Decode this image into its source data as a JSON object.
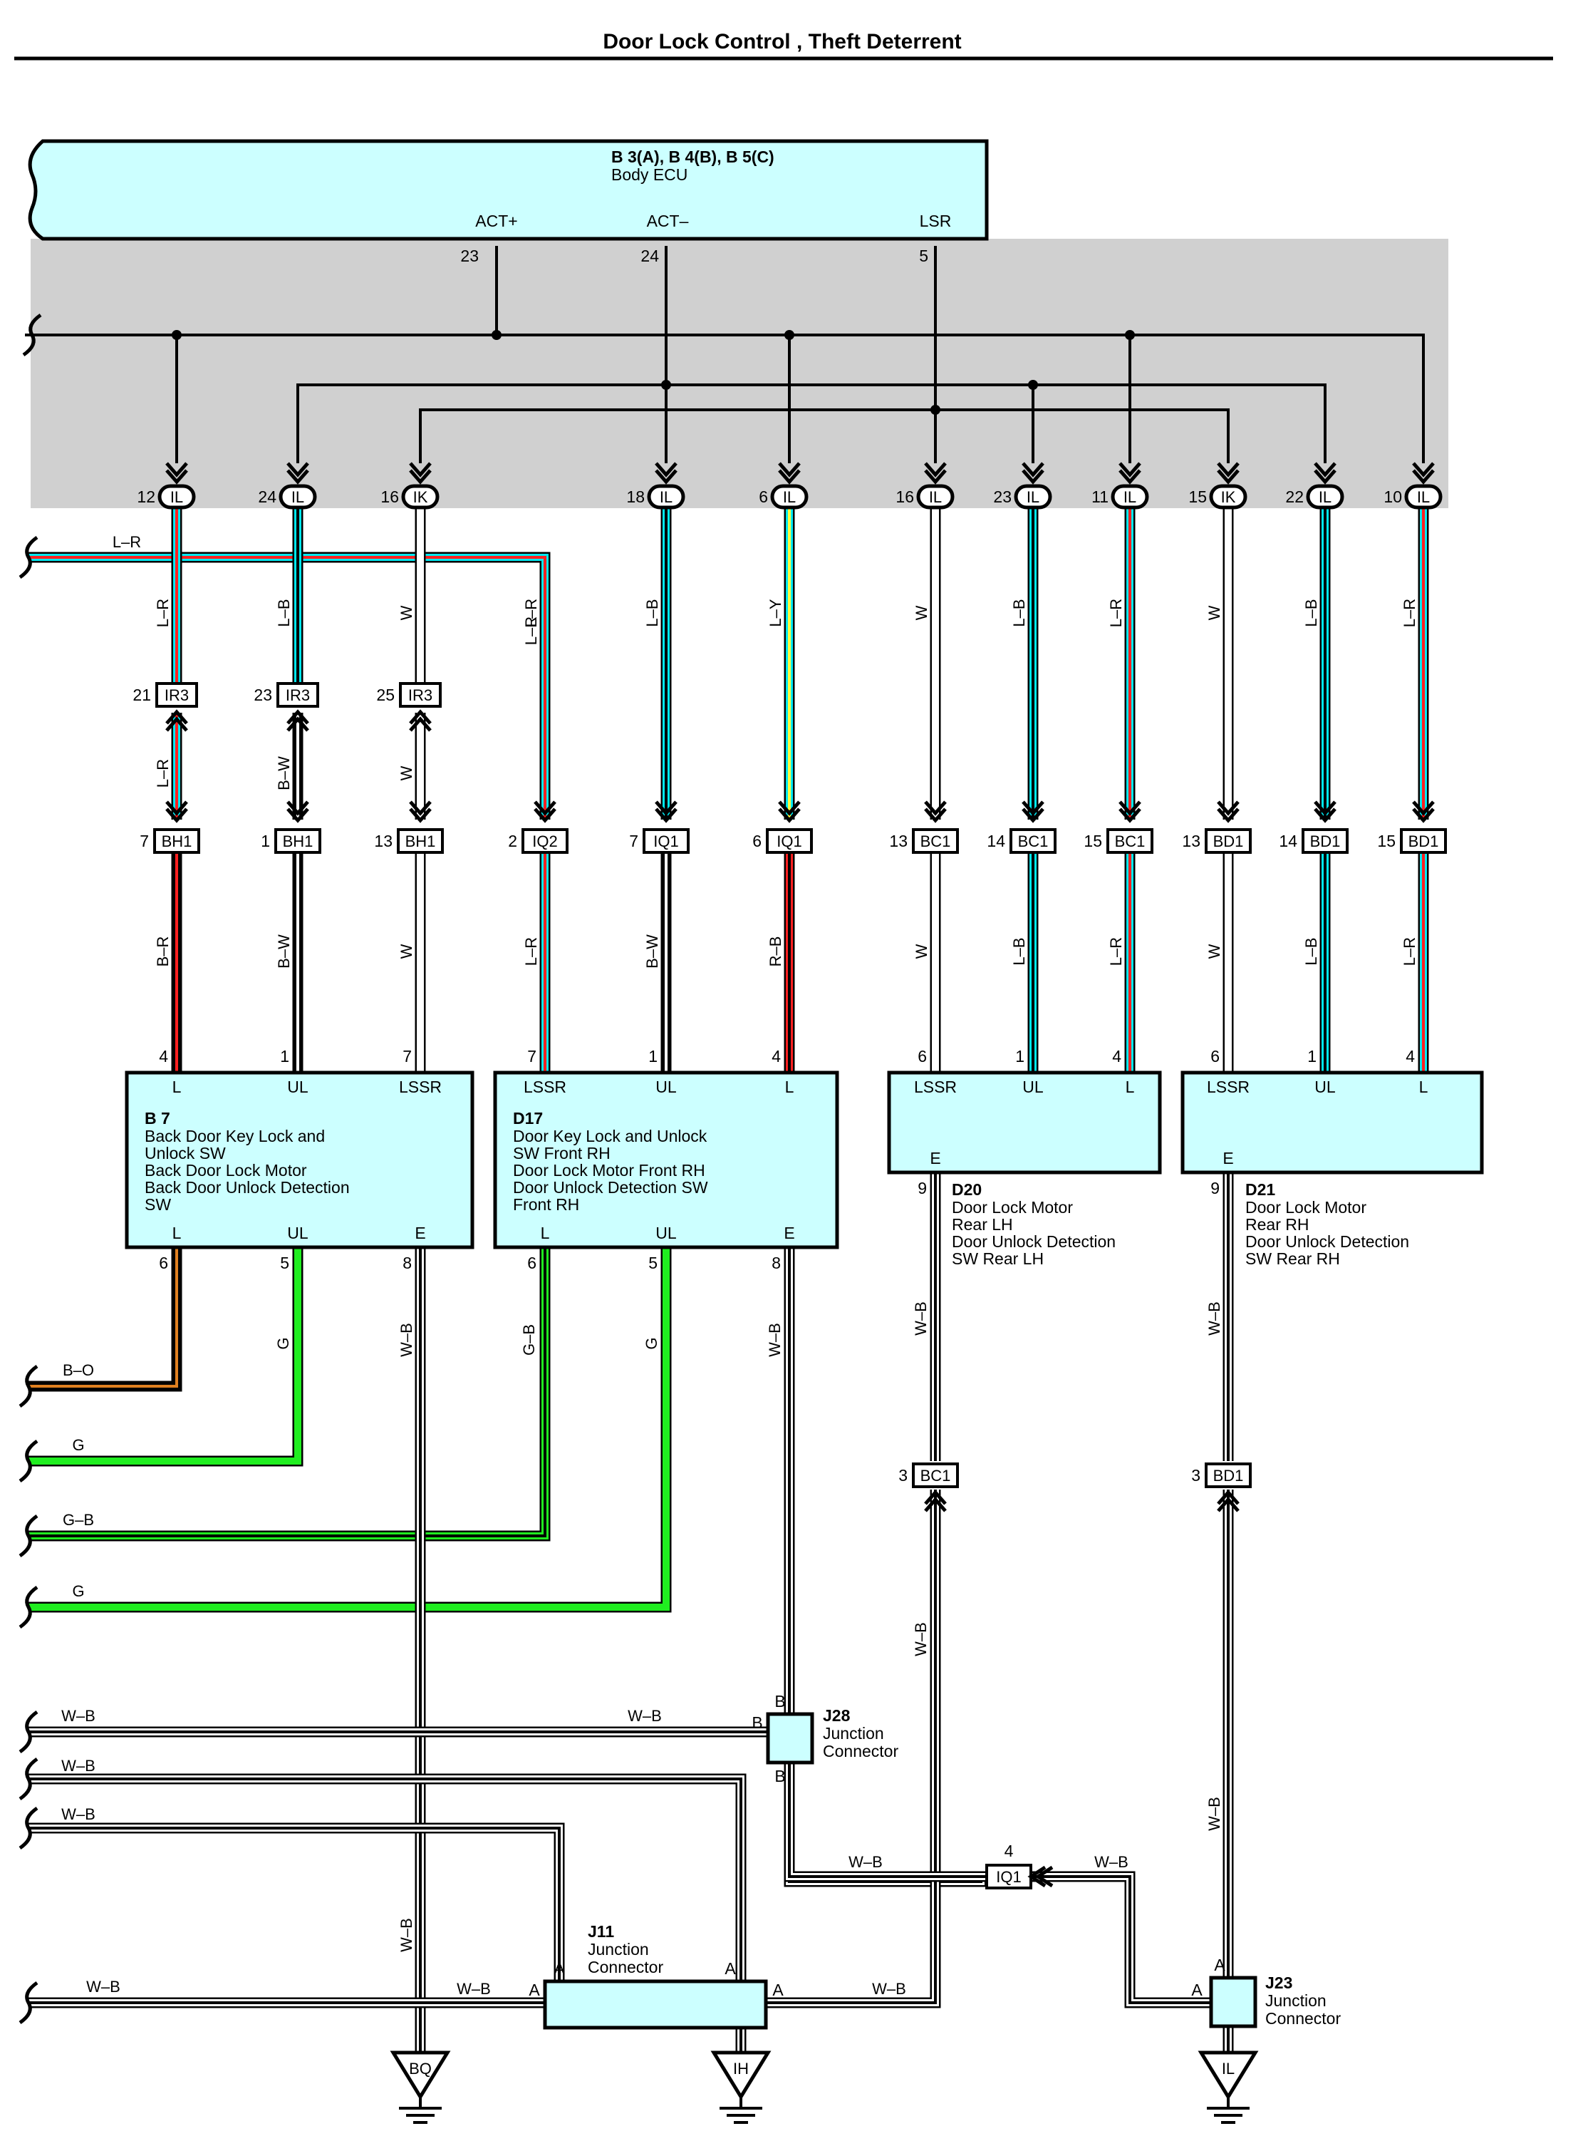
{
  "title": "Door Lock Control , Theft Deterrent",
  "ecu": {
    "code": "B 3(A), B 4(B), B 5(C)",
    "name": "Body ECU",
    "terminals": [
      {
        "name": "ACT+",
        "pin": "23"
      },
      {
        "name": "ACT–",
        "pin": "24"
      },
      {
        "name": "LSR",
        "pin": "5"
      }
    ]
  },
  "columns": [
    {
      "ecu_conn": "IL",
      "ecu_pin": "12",
      "wire_top": "L–R",
      "j1_conn": "IR3",
      "j1_pin": "21",
      "wire_mid": "L–R",
      "j2_conn": "BH1",
      "j2_pin": "7",
      "wire_low": "B–R",
      "dev_pin": "4"
    },
    {
      "ecu_conn": "IL",
      "ecu_pin": "24",
      "wire_top": "L–B",
      "j1_conn": "IR3",
      "j1_pin": "23",
      "wire_mid": "B–W",
      "j2_conn": "BH1",
      "j2_pin": "1",
      "wire_low": "B–W",
      "dev_pin": "1"
    },
    {
      "ecu_conn": "IK",
      "ecu_pin": "16",
      "wire_top": "W",
      "j1_conn": "IR3",
      "j1_pin": "25",
      "wire_mid": "W",
      "j2_conn": "BH1",
      "j2_pin": "13",
      "wire_low": "W",
      "dev_pin": "7"
    },
    {
      "ecu_conn": "",
      "ecu_pin": "",
      "wire_top": "L–R",
      "j1_conn": "",
      "j1_pin": "",
      "wire_mid": "",
      "j2_conn": "IQ2",
      "j2_pin": "2",
      "wire_low": "L–R",
      "dev_pin": "7"
    },
    {
      "ecu_conn": "IL",
      "ecu_pin": "18",
      "wire_top": "L–B",
      "j1_conn": "",
      "j1_pin": "",
      "wire_mid": "",
      "j2_conn": "IQ1",
      "j2_pin": "7",
      "wire_low": "B–W",
      "dev_pin": "1"
    },
    {
      "ecu_conn": "IL",
      "ecu_pin": "6",
      "wire_top": "L–Y",
      "j1_conn": "",
      "j1_pin": "",
      "wire_mid": "",
      "j2_conn": "IQ1",
      "j2_pin": "6",
      "wire_low": "R–B",
      "dev_pin": "4"
    },
    {
      "ecu_conn": "IL",
      "ecu_pin": "16",
      "wire_top": "W",
      "j1_conn": "",
      "j1_pin": "",
      "wire_mid": "",
      "j2_conn": "BC1",
      "j2_pin": "13",
      "wire_low": "W",
      "dev_pin": "6"
    },
    {
      "ecu_conn": "IL",
      "ecu_pin": "23",
      "wire_top": "L–B",
      "j1_conn": "",
      "j1_pin": "",
      "wire_mid": "",
      "j2_conn": "BC1",
      "j2_pin": "14",
      "wire_low": "L–B",
      "dev_pin": "1"
    },
    {
      "ecu_conn": "IL",
      "ecu_pin": "11",
      "wire_top": "L–R",
      "j1_conn": "",
      "j1_pin": "",
      "wire_mid": "",
      "j2_conn": "BC1",
      "j2_pin": "15",
      "wire_low": "L–R",
      "dev_pin": "4"
    },
    {
      "ecu_conn": "IK",
      "ecu_pin": "15",
      "wire_top": "W",
      "j1_conn": "",
      "j1_pin": "",
      "wire_mid": "",
      "j2_conn": "BD1",
      "j2_pin": "13",
      "wire_low": "W",
      "dev_pin": "6"
    },
    {
      "ecu_conn": "IL",
      "ecu_pin": "22",
      "wire_top": "L–B",
      "j1_conn": "",
      "j1_pin": "",
      "wire_mid": "",
      "j2_conn": "BD1",
      "j2_pin": "14",
      "wire_low": "L–B",
      "dev_pin": "1"
    },
    {
      "ecu_conn": "IL",
      "ecu_pin": "10",
      "wire_top": "L–R",
      "j1_conn": "",
      "j1_pin": "",
      "wire_mid": "",
      "j2_conn": "BD1",
      "j2_pin": "15",
      "wire_low": "L–R",
      "dev_pin": "4"
    }
  ],
  "left_feed": "L–R",
  "devices": [
    {
      "code": "B 7",
      "lines": [
        "Back Door Key Lock and",
        "Unlock SW",
        "Back Door Lock Motor",
        "Back Door Unlock Detection",
        "SW"
      ],
      "top_terms": [
        "L",
        "UL",
        "LSSR"
      ],
      "bottom_terms": [
        "L",
        "UL",
        "E"
      ],
      "bottom_pins": [
        "6",
        "5",
        "8"
      ]
    },
    {
      "code": "D17",
      "lines": [
        "Door Key Lock and Unlock",
        "SW Front RH",
        "Door Lock Motor Front RH",
        "Door Unlock Detection SW",
        "Front RH"
      ],
      "top_terms": [
        "LSSR",
        "UL",
        "L"
      ],
      "bottom_terms": [
        "L",
        "UL",
        "E"
      ],
      "bottom_pins": [
        "6",
        "5",
        "8"
      ]
    },
    {
      "code": "D20",
      "lines": [
        "Door Lock Motor",
        "Rear LH",
        "Door Unlock Detection",
        "SW Rear LH"
      ],
      "top_terms": [
        "LSSR",
        "UL",
        "L"
      ],
      "bottom_terms": [
        "E"
      ],
      "bottom_pins": [
        "9"
      ]
    },
    {
      "code": "D21",
      "lines": [
        "Door Lock Motor",
        "Rear RH",
        "Door Unlock Detection",
        "SW Rear RH"
      ],
      "top_terms": [
        "LSSR",
        "UL",
        "L"
      ],
      "bottom_terms": [
        "E"
      ],
      "bottom_pins": [
        "9"
      ]
    }
  ],
  "lower_wires": {
    "b7_l": "B–O",
    "b7_ul": "G",
    "b7_e": "W–B",
    "d17_l": "G–B",
    "d17_ul": "G",
    "d17_e": "W–B",
    "d20_e": "W–B",
    "d20_e2": "W–B",
    "d21_e": "W–B",
    "d21_e2": "W–B",
    "bq_feed": "W–B"
  },
  "left_feeds": [
    "B–O",
    "G",
    "G–B",
    "G",
    "W–B",
    "W–B",
    "W–B",
    "W–B"
  ],
  "lower_connectors": {
    "bc1": {
      "conn": "BC1",
      "pin": "3"
    },
    "bd1": {
      "conn": "BD1",
      "pin": "3"
    },
    "iq1": {
      "conn": "IQ1",
      "pin": "4"
    }
  },
  "junctions": {
    "j28": {
      "code": "J28",
      "lines": [
        "Junction",
        "Connector"
      ],
      "term": "B"
    },
    "j11": {
      "code": "J11",
      "lines": [
        "Junction",
        "Connector"
      ],
      "term": "A"
    },
    "j23": {
      "code": "J23",
      "lines": [
        "Junction",
        "Connector"
      ],
      "term": "A"
    }
  },
  "bus_wires": {
    "j28_left": "W–B",
    "j11_left": "W–B",
    "j11_right": "W–B",
    "iq1_left": "W–B",
    "iq1_right": "W–B"
  },
  "grounds": [
    "BQ",
    "IH",
    "IL"
  ],
  "colors": {
    "light_blue": "#00e8f0",
    "red": "#ff2020",
    "black": "#000000",
    "white": "#ffffff",
    "yellow": "#ffff40",
    "green": "#20ee20",
    "orange": "#e08020",
    "box_fill": "#ccffff",
    "shield": "#d0d0d0"
  }
}
